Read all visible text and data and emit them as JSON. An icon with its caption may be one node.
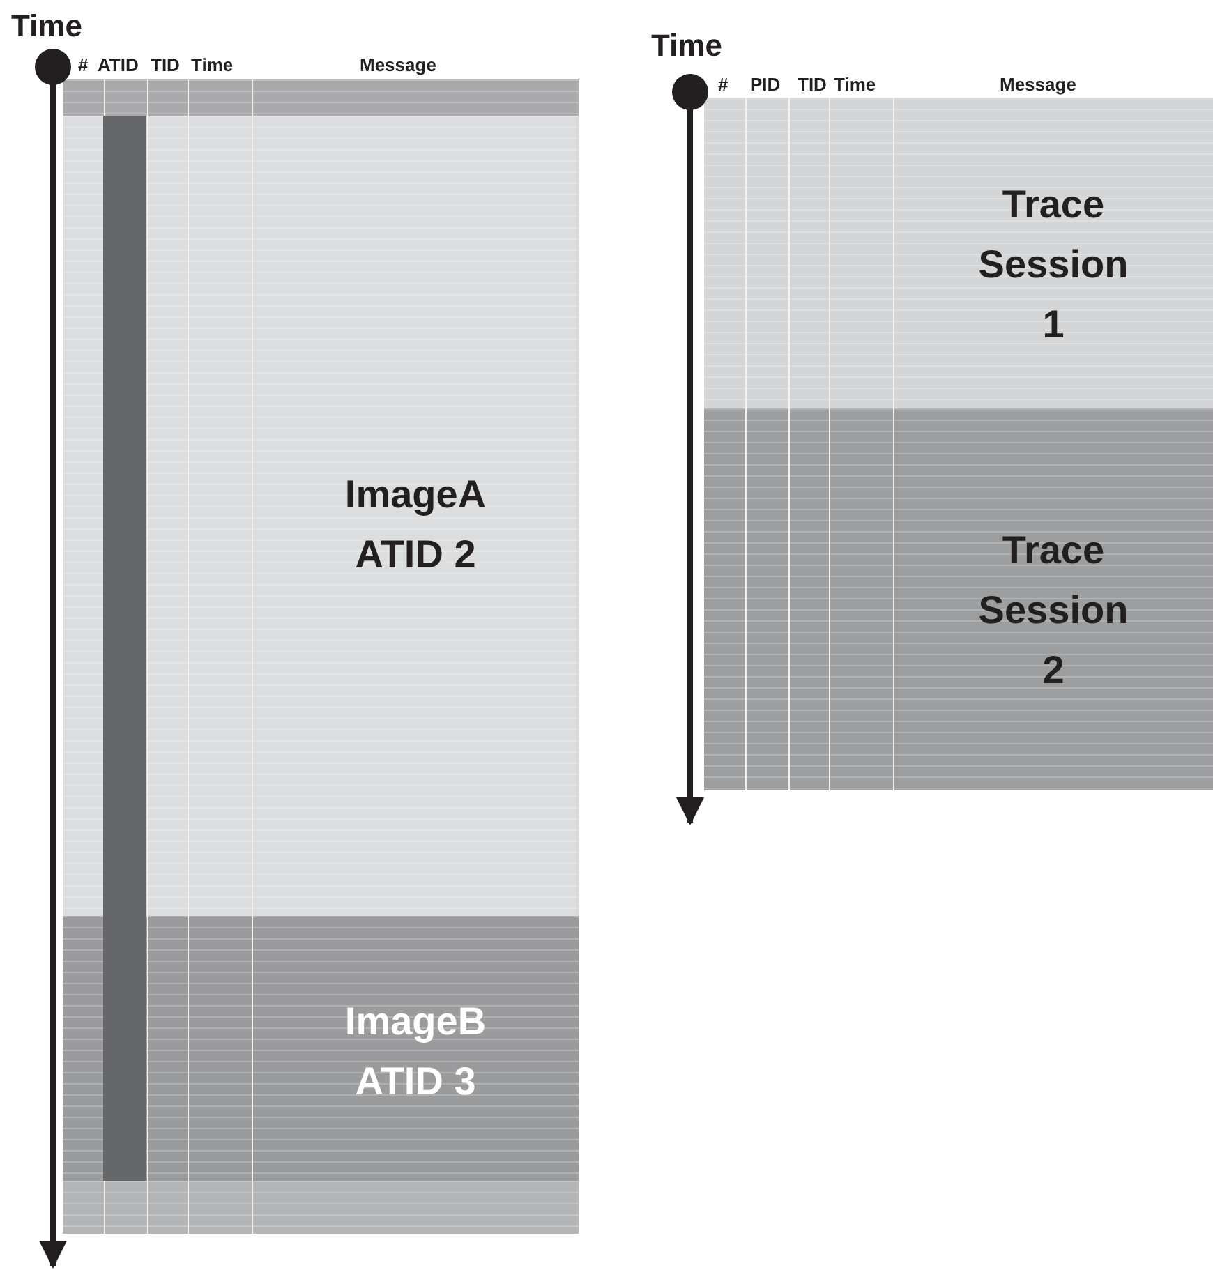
{
  "diagram": {
    "nodes": [
      {
        "text": [
          "ImageA ATID 2"
        ]
      },
      {
        "text": [
          "ImageB ATID 3"
        ]
      },
      {
        "text": [
          "Trace Session 1"
        ]
      },
      {
        "text": [
          "Trace Session 2"
        ]
      }
    ],
    "labels": [
      "Time",
      "#",
      "ATID",
      "TID",
      "Time",
      "Message",
      "Time",
      "#",
      "PID",
      "TID",
      "Time",
      "Message"
    ]
  }
}
